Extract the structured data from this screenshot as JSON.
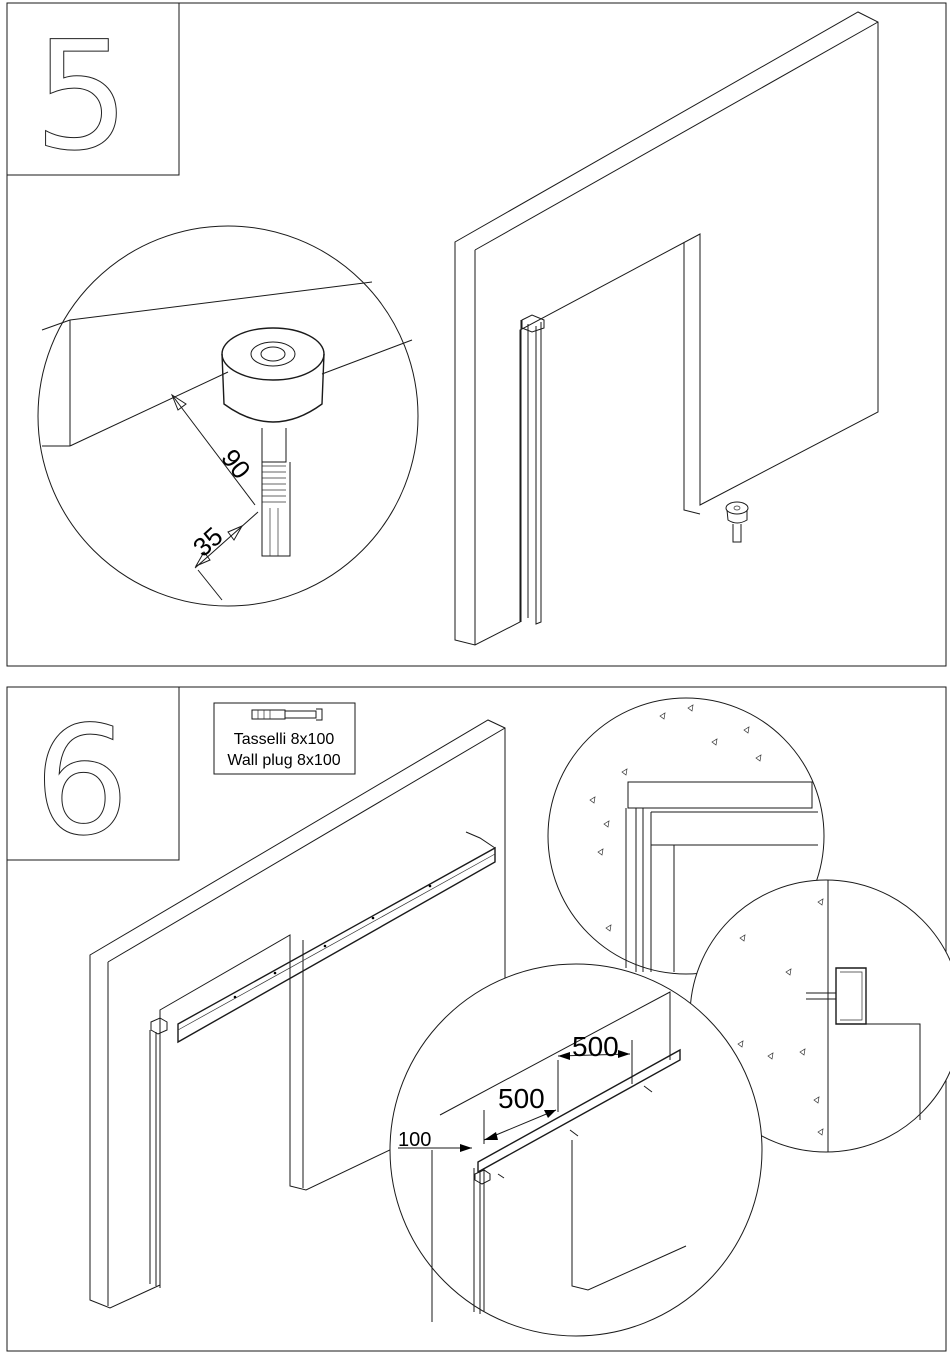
{
  "step5": {
    "number": "5",
    "dims": {
      "a": "90",
      "b": "35"
    }
  },
  "step6": {
    "number": "6",
    "parts_box": {
      "line1": "Tasselli 8x100",
      "line2": "Wall plug 8x100"
    },
    "dims": {
      "d1": "100",
      "d2": "500",
      "d3": "500"
    }
  }
}
